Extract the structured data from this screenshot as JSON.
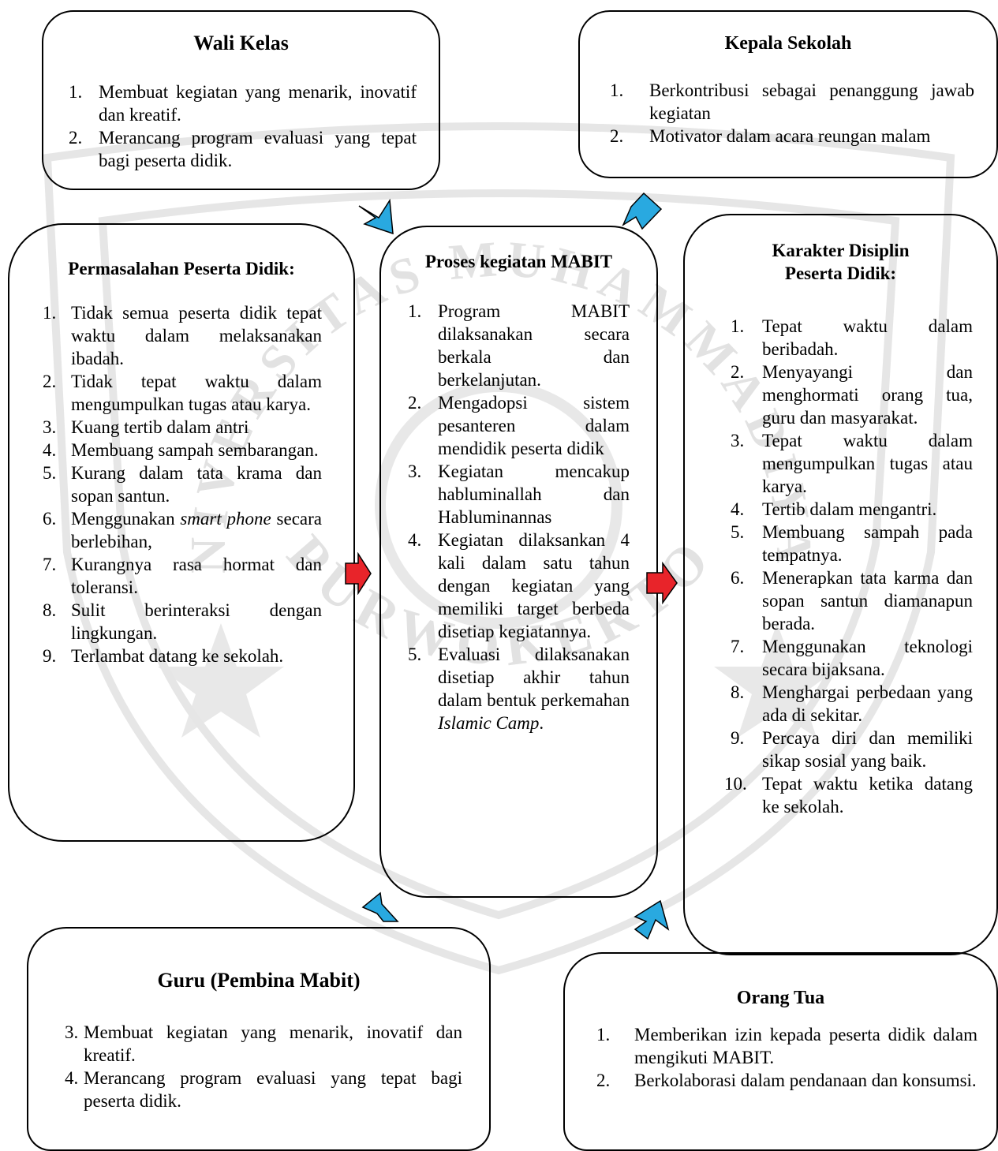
{
  "wali_kelas": {
    "title": "Wali Kelas",
    "items": [
      {
        "num": "1.",
        "text": "Membuat kegiatan yang menarik, inovatif dan kreatif."
      },
      {
        "num": "2.",
        "text": "Merancang program evaluasi yang tepat bagi peserta didik."
      }
    ]
  },
  "kepala_sekolah": {
    "title": "Kepala Sekolah",
    "items": [
      {
        "num": "1.",
        "text": "Berkontribusi sebagai penanggung jawab kegiatan"
      },
      {
        "num": "2.",
        "text": "Motivator dalam acara reungan malam"
      }
    ]
  },
  "permasalahan": {
    "title": "Permasalahan Peserta Didik:",
    "items": [
      {
        "num": "1.",
        "text": "Tidak semua peserta didik tepat waktu dalam melaksanakan ibadah."
      },
      {
        "num": "2.",
        "text": "Tidak tepat waktu dalam mengumpulkan tugas atau karya."
      },
      {
        "num": "3.",
        "text": "Kuang tertib dalam antri"
      },
      {
        "num": "4.",
        "text": "Membuang sampah sembarangan."
      },
      {
        "num": "5.",
        "text": "Kurang dalam tata krama dan sopan santun."
      },
      {
        "num": "6.",
        "text": "Menggunakan smart phone secara berlebihan,"
      },
      {
        "num": "7.",
        "text": "Kurangnya rasa hormat dan toleransi."
      },
      {
        "num": "8.",
        "text": "Sulit berinteraksi dengan lingkungan."
      },
      {
        "num": "9.",
        "text": "Terlambat datang ke sekolah."
      }
    ]
  },
  "proses": {
    "title": "Proses kegiatan MABIT",
    "items": [
      {
        "num": "1.",
        "text": "Program MABIT dilaksanakan secara berkala dan berkelanjutan."
      },
      {
        "num": "2.",
        "text": "Mengadopsi sistem pesanteren dalam mendidik peserta didik"
      },
      {
        "num": "3.",
        "text": "Kegiatan mencakup habluminallah dan Habluminannas"
      },
      {
        "num": "4.",
        "text": "Kegiatan dilaksankan 4 kali dalam satu tahun dengan kegiatan yang memiliki target berbeda disetiap kegiatannya."
      },
      {
        "num": "5.",
        "text": "Evaluasi dilaksanakan disetiap akhir tahun dalam bentuk perkemahan Islamic Camp."
      }
    ]
  },
  "karakter": {
    "title_line1": "Karakter Disiplin",
    "title_line2": "Peserta Didik:",
    "items": [
      {
        "num": "1.",
        "text": "Tepat waktu dalam beribadah."
      },
      {
        "num": "2.",
        "text": "Menyayangi dan menghormati orang tua, guru dan masyarakat."
      },
      {
        "num": "3.",
        "text": "Tepat waktu dalam mengumpulkan tugas atau karya."
      },
      {
        "num": "4.",
        "text": "Tertib dalam mengantri."
      },
      {
        "num": "5.",
        "text": "Membuang sampah pada tempatnya."
      },
      {
        "num": "6.",
        "text": "Menerapkan tata karma dan sopan santun diamanapun berada."
      },
      {
        "num": "7.",
        "text": "Menggunakan teknologi secara bijaksana."
      },
      {
        "num": "8.",
        "text": "Menghargai perbedaan yang ada di sekitar."
      },
      {
        "num": "9.",
        "text": "Percaya diri dan memiliki sikap sosial yang baik."
      },
      {
        "num": "10.",
        "text": "Tepat waktu ketika datang ke sekolah."
      }
    ]
  },
  "guru": {
    "title": "Guru (Pembina Mabit)",
    "items": [
      {
        "num": "3.",
        "text": "Membuat kegiatan yang menarik, inovatif dan kreatif."
      },
      {
        "num": "4.",
        "text": "Merancang program evaluasi yang tepat bagi peserta didik."
      }
    ]
  },
  "orang_tua": {
    "title": "Orang Tua",
    "items": [
      {
        "num": "1.",
        "text": "Memberikan izin kepada peserta didik dalam mengikuti MABIT."
      },
      {
        "num": "2.",
        "text": "Berkolaborasi dalam pendanaan dan konsumsi."
      }
    ]
  },
  "watermark_text": {
    "top": "UNIVERSITAS MUHAMMADIYAH",
    "bottom": "PURWOKERTO"
  },
  "colors": {
    "red_arrow": "#e8242a",
    "blue_arrow": "#29a9e0",
    "watermark": "#e2e2e2"
  }
}
